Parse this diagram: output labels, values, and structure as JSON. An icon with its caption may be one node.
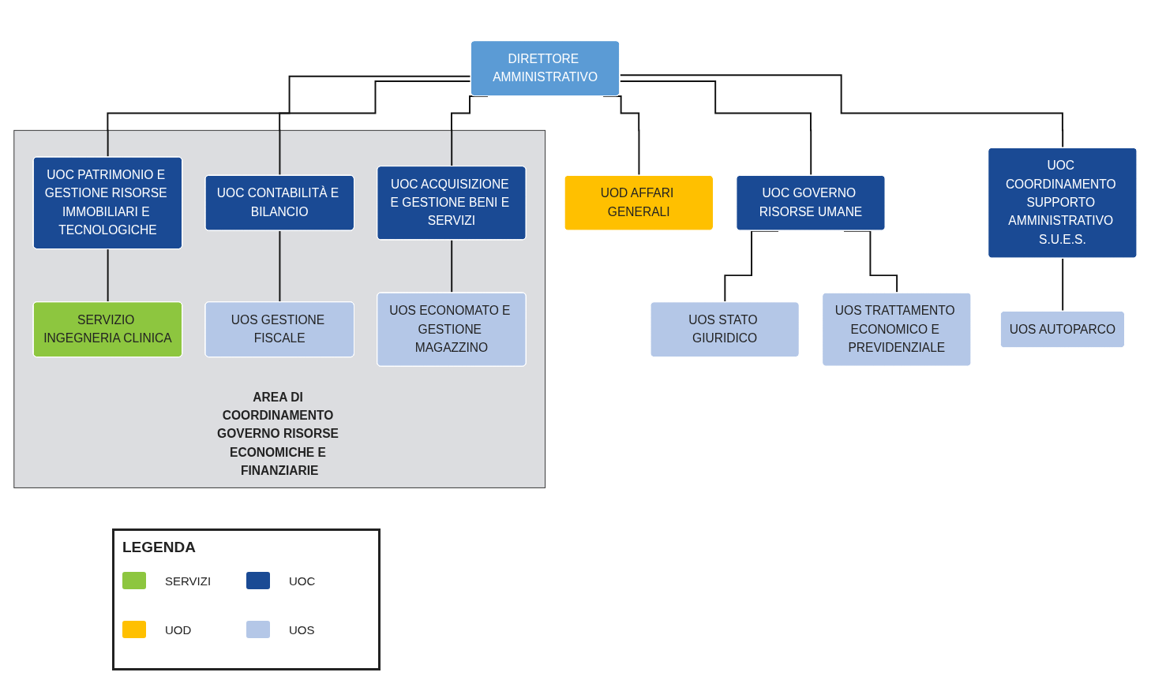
{
  "diagram": {
    "nodes": [
      {
        "text": [
          "DIRETTORE AMMINISTRATIVO"
        ]
      },
      {
        "text": [
          "UOC GOVERNO RISORSE UMANE"
        ]
      },
      {
        "text": [
          "UOS STATO GIURIDICO"
        ]
      },
      {
        "text": [
          "UOS TRATTAMENTO ECONOMICO E PREVIDENZIALE"
        ]
      },
      {
        "text": [
          "UOC COORDINAMENTO SUPPORTO AMMINISTRATIVO S.U.E.S."
        ]
      },
      {
        "text": [
          "UOS AUTOPARCO"
        ]
      },
      {
        "text": [
          "UOD AFFARI GENERALI"
        ]
      },
      {
        "text": [
          "AREA DI COORDINAMENTO GOVERNO RISORSE ECONOMICHE E FINANZIARIE"
        ]
      },
      {
        "text": [
          "UOC PATRIMONIO E GESTIONE RISORSE IMMOBILIARI E TECNOLOGICHE"
        ],
        "in": 7
      },
      {
        "text": [
          "SERVIZIO INGEGNERIA CLINICA"
        ],
        "in": 7
      },
      {
        "text": [
          "UOC CONTABILITÀ E BILANCIO"
        ],
        "in": 7
      },
      {
        "text": [
          "UOS GESTIONE FISCALE"
        ],
        "in": 7
      },
      {
        "text": [
          "UOC ACQUISIZIONE E GESTIONE BENI E SERVIZI"
        ],
        "in": 7
      },
      {
        "text": [
          "UOS ECONOMATO E GESTIONE MAGAZZINO"
        ],
        "in": 7
      }
    ],
    "edges": [
      {
        "from": 0,
        "to": 1,
        "arrow": "none"
      },
      {
        "from": 1,
        "to": 2,
        "arrow": "none"
      },
      {
        "from": 1,
        "to": 3,
        "arrow": "none"
      },
      {
        "from": 0,
        "to": 4,
        "arrow": "none"
      },
      {
        "from": 4,
        "to": 5,
        "arrow": "none"
      },
      {
        "from": 0,
        "to": 6,
        "arrow": "none"
      },
      {
        "from": 0,
        "to": 8,
        "arrow": "none"
      },
      {
        "from": 8,
        "to": 9,
        "arrow": "none"
      },
      {
        "from": 0,
        "to": 10,
        "arrow": "none"
      },
      {
        "from": 10,
        "to": 11,
        "arrow": "none"
      },
      {
        "from": 0,
        "to": 12,
        "arrow": "none"
      },
      {
        "from": 12,
        "to": 13,
        "arrow": "none"
      }
    ],
    "labels": [
      "LEGENDA"
    ],
    "legend": [
      {
        "text": "SERVIZI",
        "color": "#8dc63f"
      },
      {
        "text": "UOC",
        "color": "#1a4a94"
      },
      {
        "text": "UOD",
        "color": "#ffc000"
      },
      {
        "text": "UOS",
        "color": "#b4c7e7"
      }
    ]
  }
}
